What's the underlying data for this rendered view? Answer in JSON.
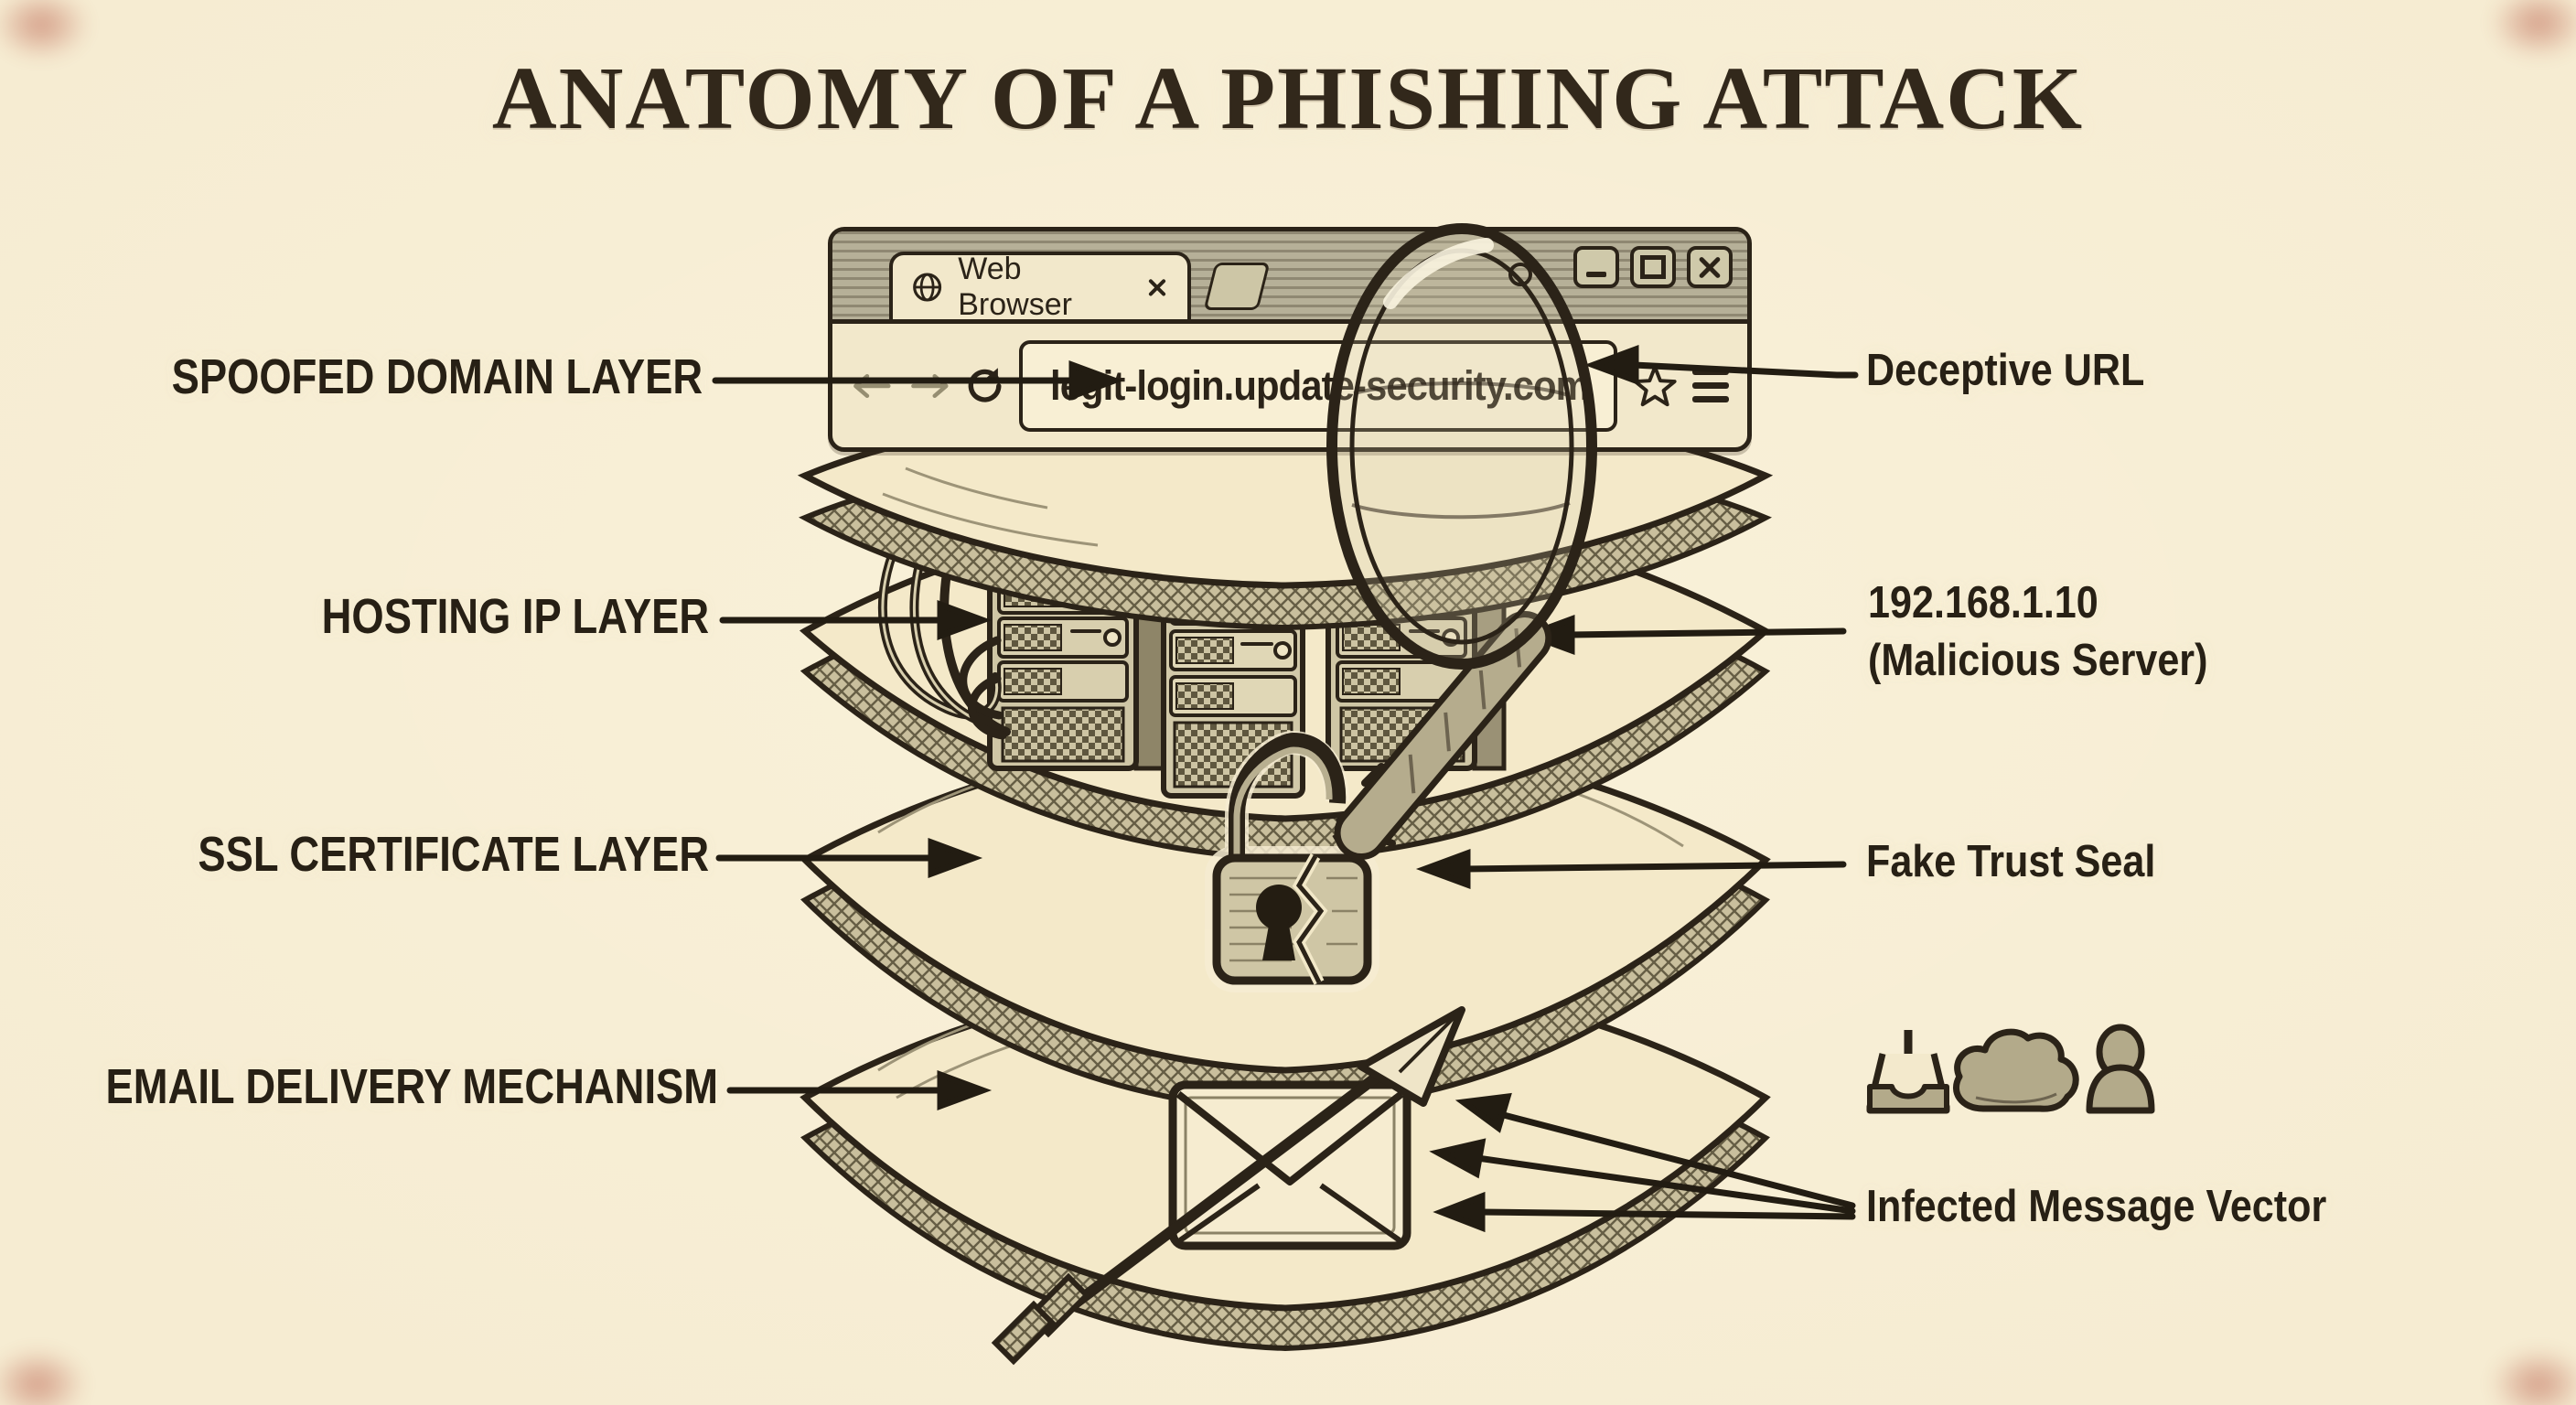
{
  "title": "ANATOMY OF A PHISHING ATTACK",
  "browser": {
    "tab_title": "Web Browser",
    "url": "legit-login.update-security.com",
    "controls": [
      "minimize",
      "maximize",
      "close"
    ]
  },
  "callouts": {
    "left": [
      "SPOOFED DOMAIN LAYER",
      "HOSTING IP LAYER",
      "SSL CERTIFICATE LAYER",
      "EMAIL DELIVERY MECHANISM"
    ],
    "right": {
      "deceptive_url": "Deceptive URL",
      "malicious_ip_line1": "192.168.1.10",
      "malicious_ip_line2": "(Malicious Server)",
      "fake_trust_seal": "Fake Trust Seal",
      "infected_message_vector": "Infected Message Vector"
    }
  },
  "illustration": {
    "layers": [
      "browser-slab",
      "hosting-server-layer",
      "ssl-certificate-layer",
      "email-layer"
    ],
    "icons": [
      "inbox-download-icon",
      "cloud-icon",
      "person-icon",
      "magnifier",
      "broken-padlock",
      "envelope-with-arrow",
      "server-racks"
    ]
  },
  "colors": {
    "paper": "#f6ecd2",
    "ink": "#2b2318",
    "layer_face": "#f4e9c9",
    "layer_edge": "#c9bf9d",
    "khaki": "#b6b098",
    "icon_fill": "#b3aa8a"
  }
}
